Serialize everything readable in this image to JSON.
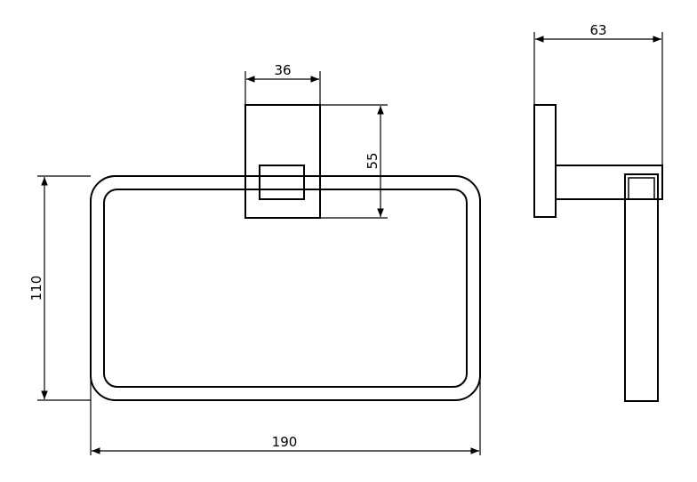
{
  "drawing": {
    "line_color": "#000000",
    "background_color": "#ffffff",
    "dimensions": {
      "overall_width": "190",
      "overall_height": "110",
      "mount_width": "36",
      "mount_height": "55",
      "projection_depth": "63"
    }
  }
}
